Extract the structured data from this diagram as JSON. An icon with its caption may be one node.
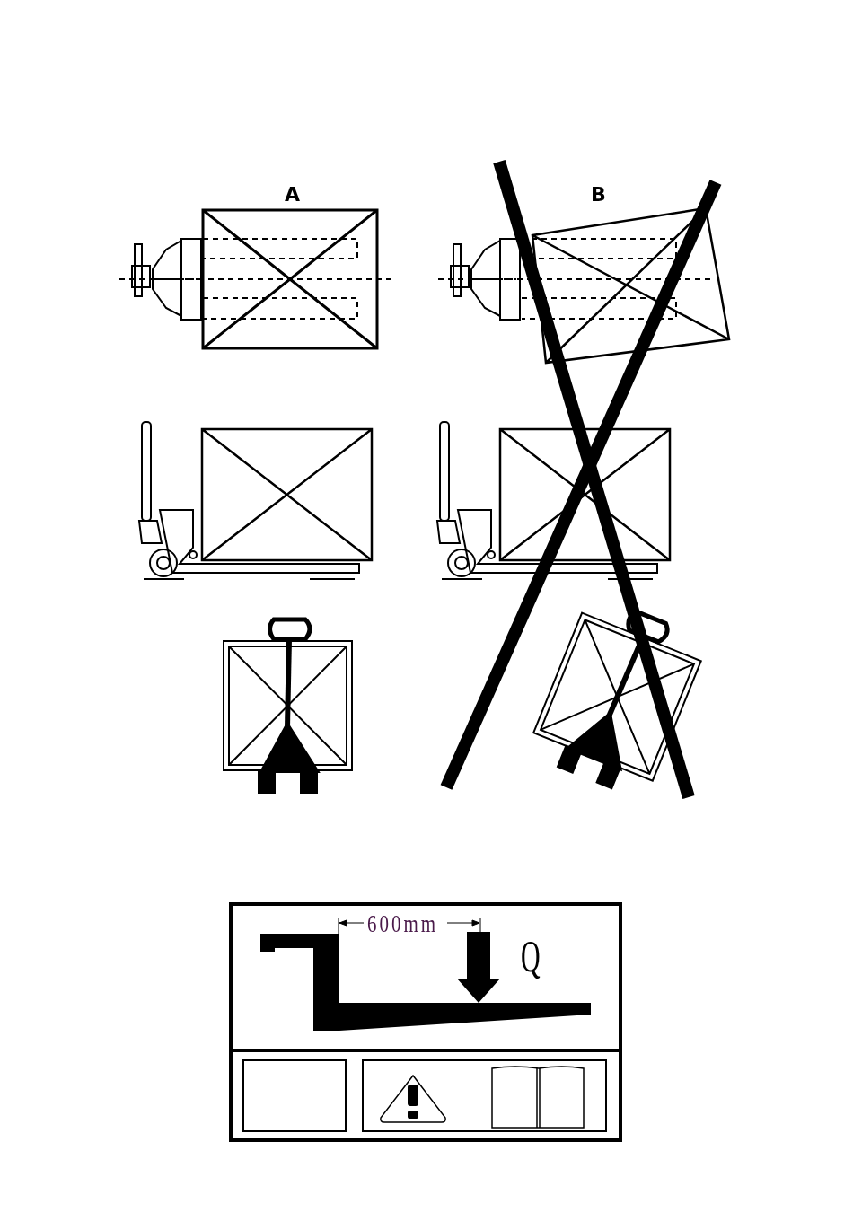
{
  "diagram": {
    "labels": [
      "A",
      "B",
      "600mm",
      "Q"
    ]
  }
}
